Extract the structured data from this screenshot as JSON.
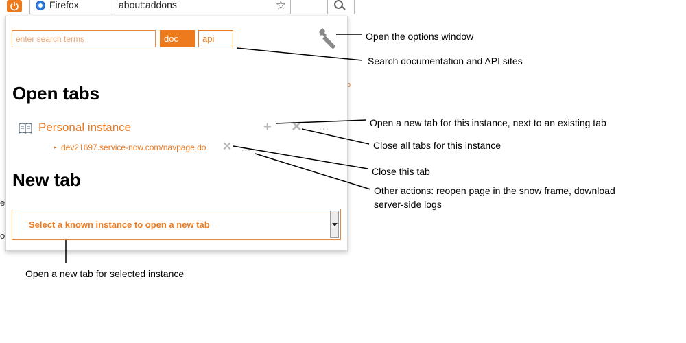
{
  "browser": {
    "identity": "Firefox",
    "url": "about:addons"
  },
  "background_fragments": {
    "frag1": "b",
    "frag2": "es",
    "frag3": "o"
  },
  "popup": {
    "search": {
      "placeholder": "enter search terms",
      "value": ""
    },
    "doc_label": "doc",
    "api_label": "api",
    "open_tabs_heading": "Open tabs",
    "instance_name": "Personal instance",
    "plus_glyph": "+",
    "close_glyph": "✕",
    "more_glyph": "...",
    "tab_bullet": "▸",
    "tab_url": "dev21697.service-now.com/navpage.do",
    "new_tab_heading": "New tab",
    "select_label": "Select a known instance to open a new tab"
  },
  "annotations": {
    "options": "Open the options window",
    "search": "Search documentation and API sites",
    "new_tab_instance": "Open a new tab for this instance, next to an existing tab",
    "close_all": "Close all tabs for this instance",
    "close_tab": "Close this tab",
    "other_actions_line1": "Other actions: reopen page in the snow frame, download",
    "other_actions_line2": "server-side logs",
    "open_selected": "Open a new tab for selected instance"
  },
  "colors": {
    "accent": "#ee7a1e",
    "muted_icon": "#b8b8b8"
  }
}
